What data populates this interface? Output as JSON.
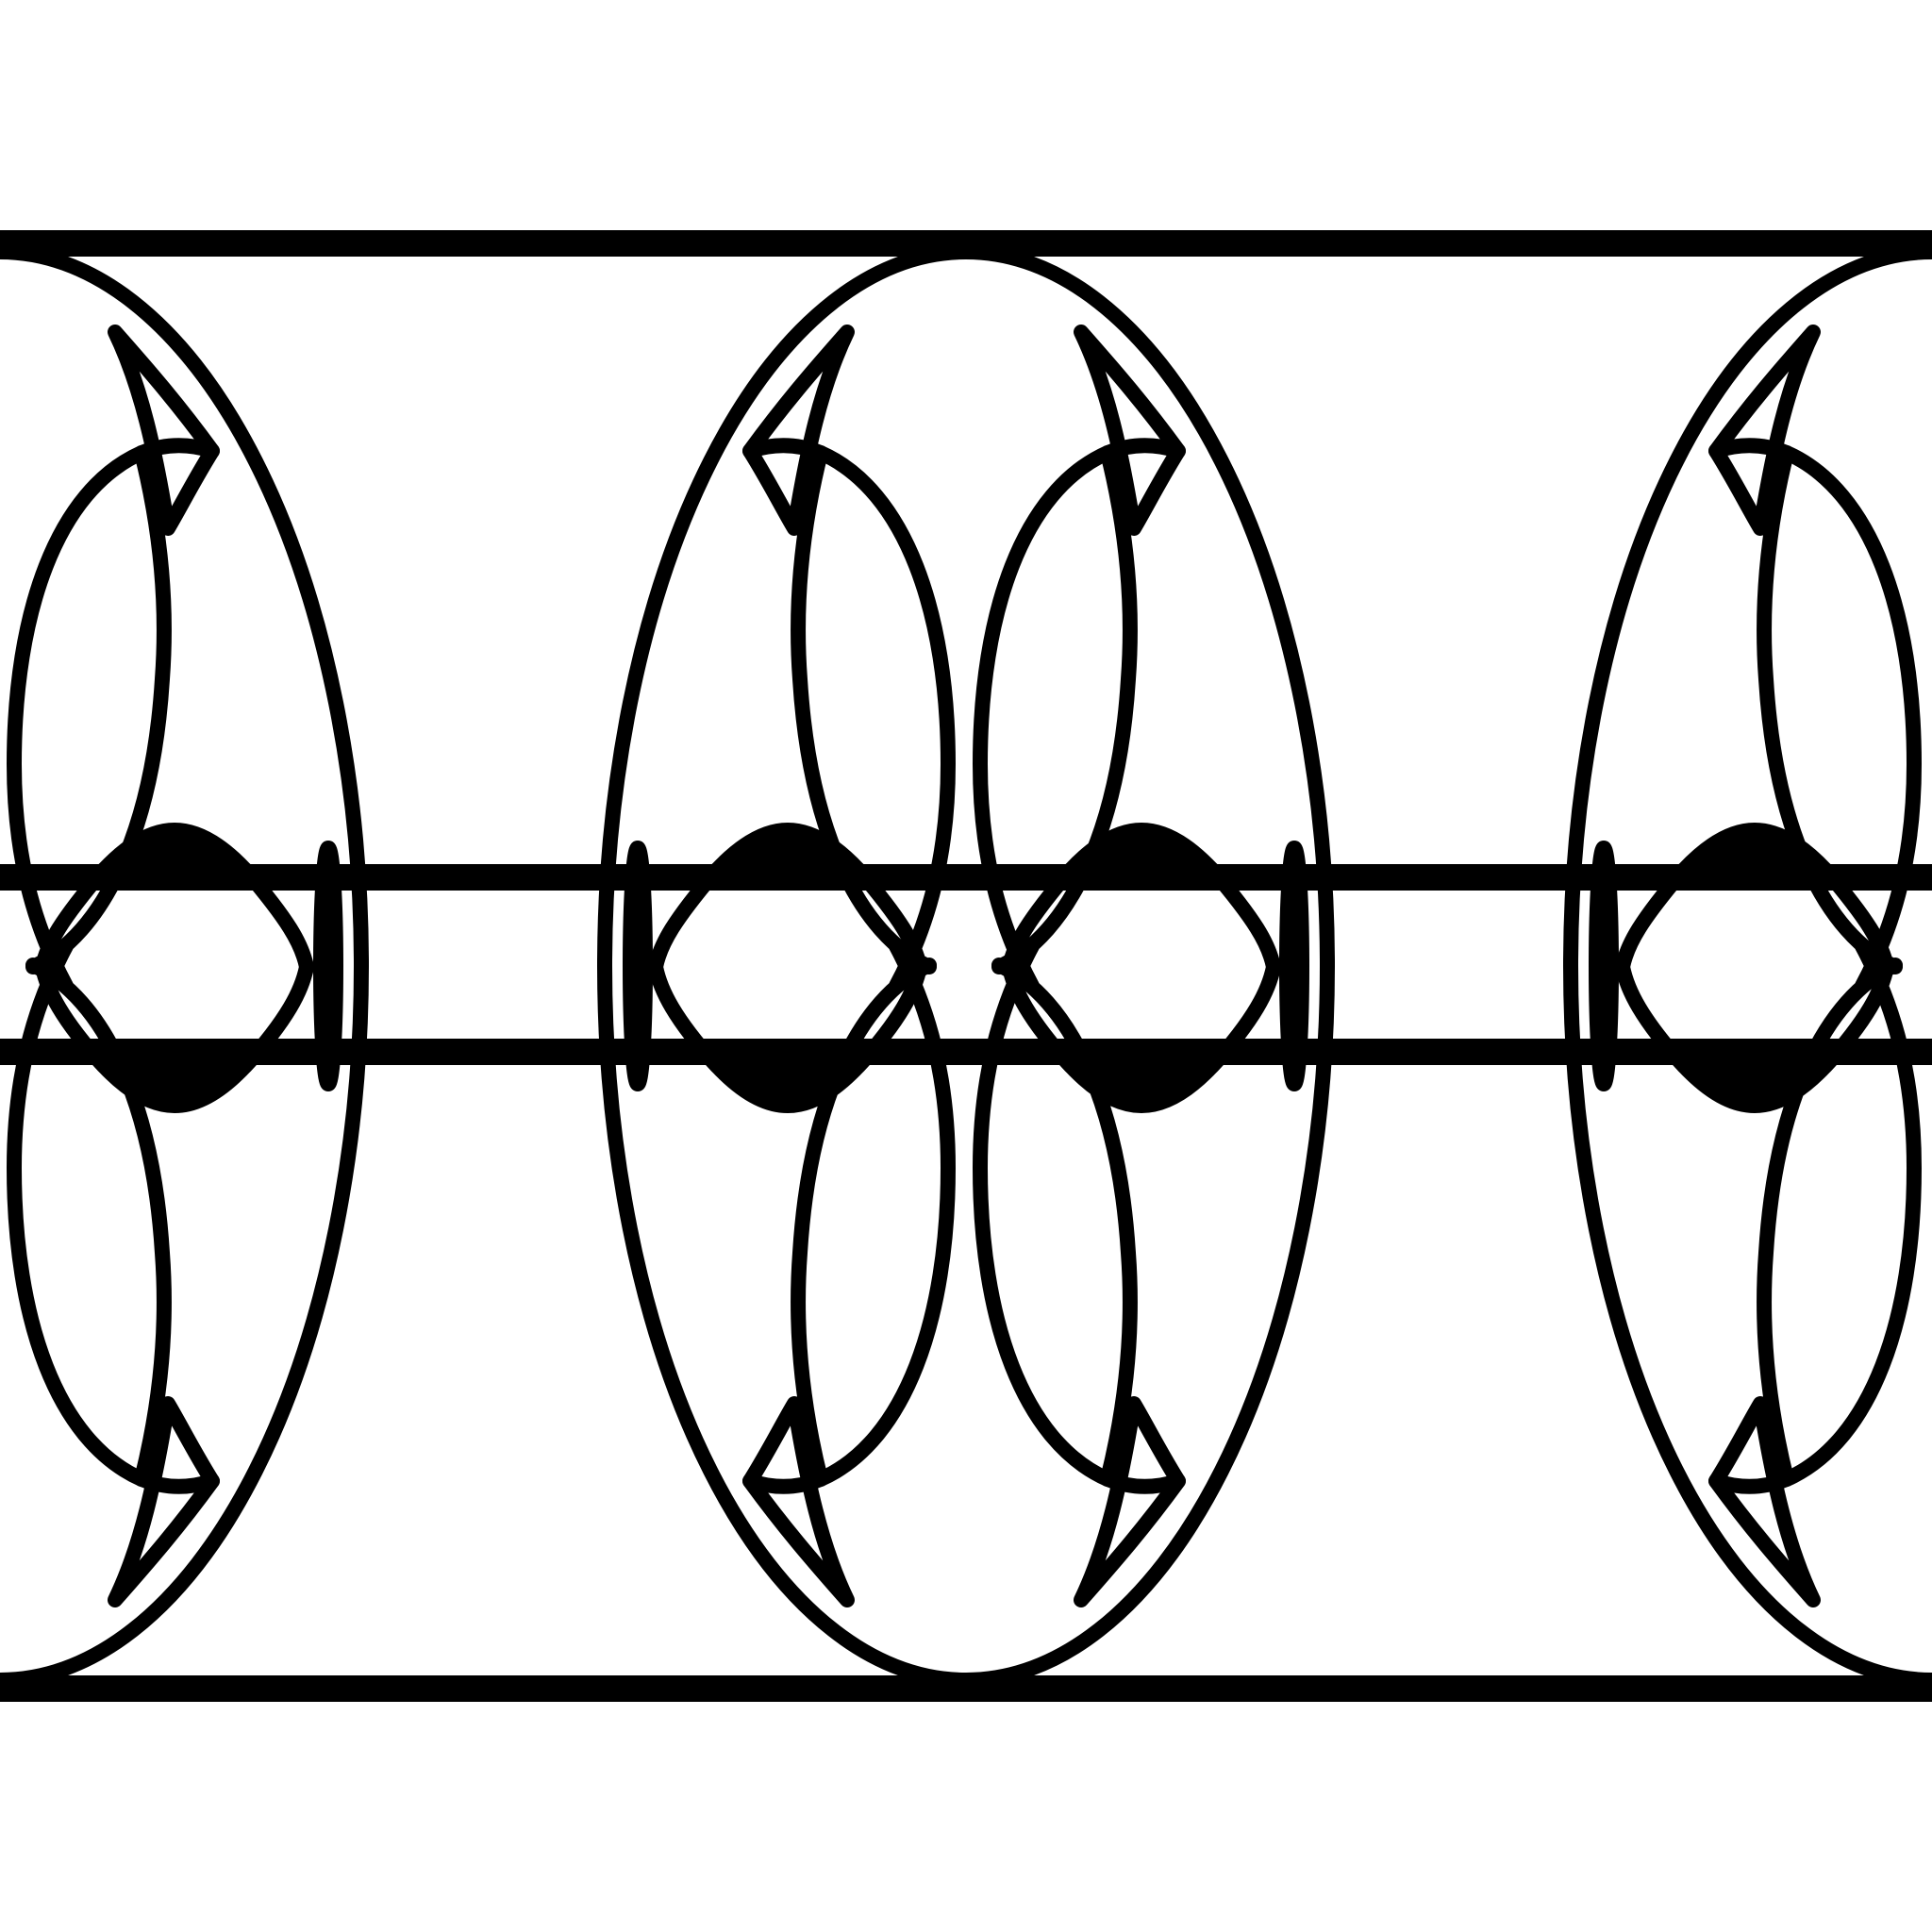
{
  "artwork": {
    "subject": "ornamental-border",
    "style": "black line art on white",
    "colors": {
      "ink": "#000000",
      "background": "#ffffff"
    },
    "repeat_unit": {
      "count": 3,
      "motif": "tall-ellipse-with-scroll-loops"
    }
  }
}
